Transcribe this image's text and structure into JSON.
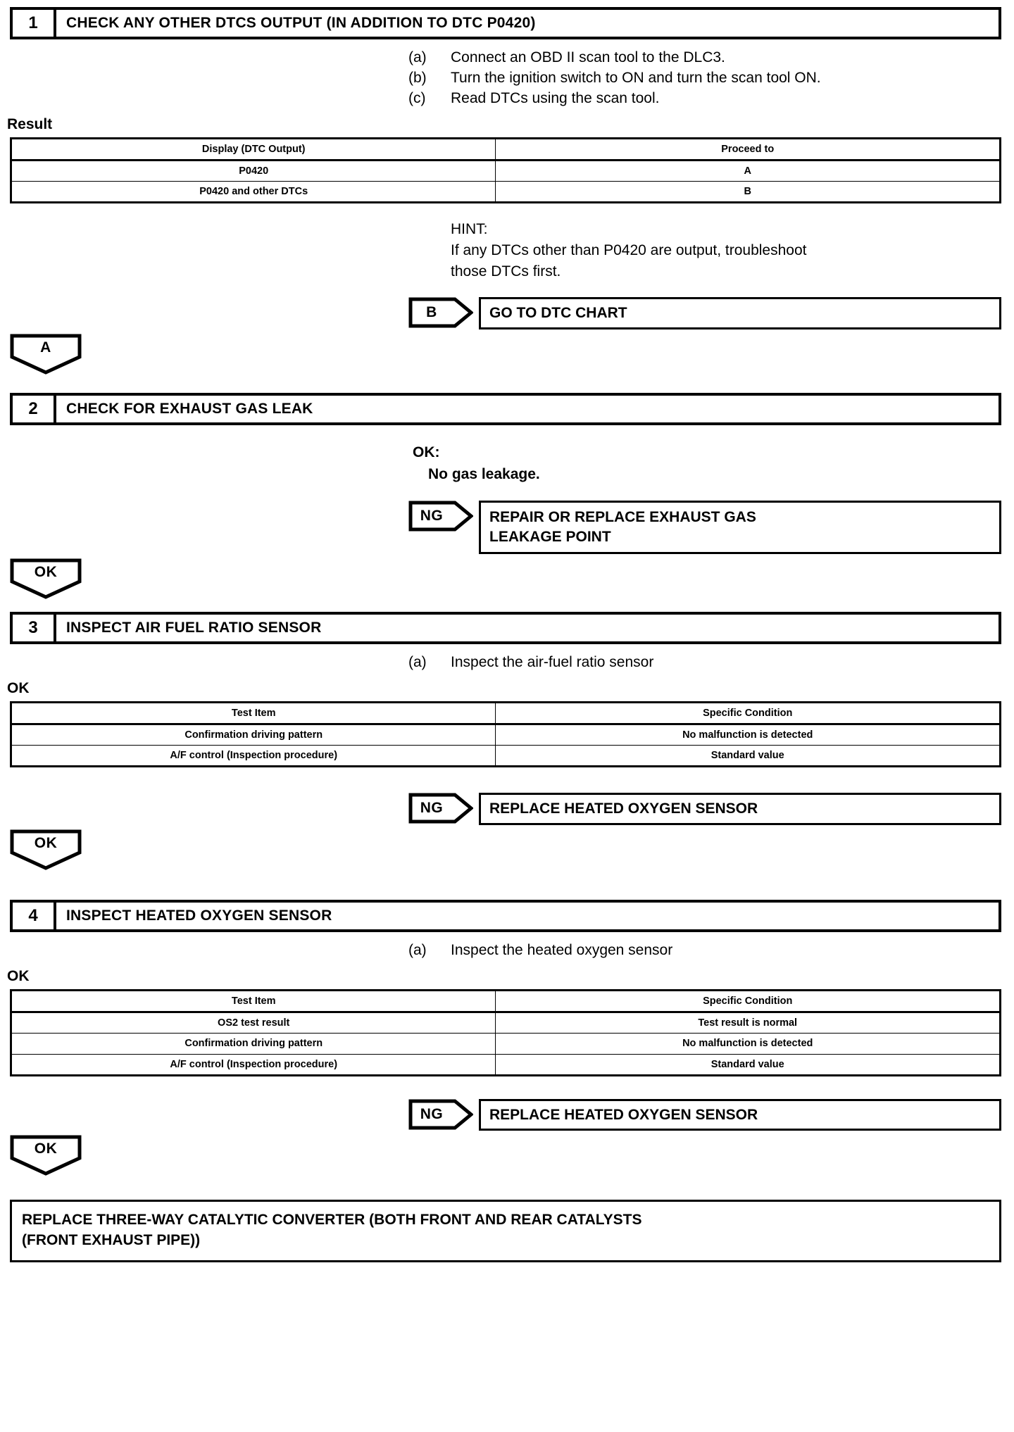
{
  "document": {
    "type": "diagnostic-flowchart",
    "subject": "DTC P0420 troubleshooting procedure"
  },
  "steps": [
    {
      "number": "1",
      "title": "CHECK ANY OTHER DTCS OUTPUT (IN ADDITION TO DTC P0420)",
      "procedures": [
        {
          "letter": "(a)",
          "text": "Connect an OBD II scan tool to the DLC3."
        },
        {
          "letter": "(b)",
          "text": "Turn the ignition switch to ON and turn the scan tool ON."
        },
        {
          "letter": "(c)",
          "text": "Read DTCs using the scan tool."
        }
      ],
      "result_label": "Result",
      "table": {
        "headers": [
          "Display (DTC Output)",
          "Proceed to"
        ],
        "rows": [
          [
            "P0420",
            "A"
          ],
          [
            "P0420 and other DTCs",
            "B"
          ]
        ]
      },
      "hint": {
        "label": "HINT:",
        "lines": [
          "If any DTCs other than P0420 are output, troubleshoot",
          "those DTCs first."
        ]
      },
      "branch": {
        "tag": "B",
        "action_lines": [
          "GO TO DTC CHART"
        ]
      },
      "pass_tag": "A"
    },
    {
      "number": "2",
      "title": "CHECK FOR EXHAUST GAS LEAK",
      "ok_label": "OK:",
      "ok_value": "No gas leakage.",
      "branch": {
        "tag": "NG",
        "action_lines": [
          "REPAIR OR REPLACE EXHAUST GAS",
          "LEAKAGE POINT"
        ]
      },
      "pass_tag": "OK"
    },
    {
      "number": "3",
      "title": "INSPECT AIR FUEL RATIO SENSOR",
      "procedures": [
        {
          "letter": "(a)",
          "text": "Inspect the air-fuel ratio sensor"
        }
      ],
      "result_label": "OK",
      "table": {
        "headers": [
          "Test Item",
          "Specific Condition"
        ],
        "rows": [
          [
            "Confirmation driving pattern",
            "No malfunction is detected"
          ],
          [
            "A/F control (Inspection procedure)",
            "Standard value"
          ]
        ]
      },
      "branch": {
        "tag": "NG",
        "action_lines": [
          "REPLACE HEATED OXYGEN SENSOR"
        ]
      },
      "pass_tag": "OK"
    },
    {
      "number": "4",
      "title": "INSPECT HEATED OXYGEN SENSOR",
      "procedures": [
        {
          "letter": "(a)",
          "text": "Inspect the heated oxygen sensor"
        }
      ],
      "result_label": "OK",
      "table": {
        "headers": [
          "Test Item",
          "Specific Condition"
        ],
        "rows": [
          [
            "OS2 test result",
            "Test result is normal"
          ],
          [
            "Confirmation driving pattern",
            "No malfunction is detected"
          ],
          [
            "A/F control (Inspection procedure)",
            "Standard value"
          ]
        ]
      },
      "branch": {
        "tag": "NG",
        "action_lines": [
          "REPLACE HEATED OXYGEN SENSOR"
        ]
      },
      "pass_tag": "OK"
    }
  ],
  "final": {
    "lines": [
      "REPLACE THREE-WAY CATALYTIC CONVERTER (BOTH FRONT AND REAR CATALYSTS",
      "(FRONT EXHAUST PIPE))"
    ]
  },
  "colors": {
    "ink": "#000000",
    "paper": "#ffffff"
  }
}
